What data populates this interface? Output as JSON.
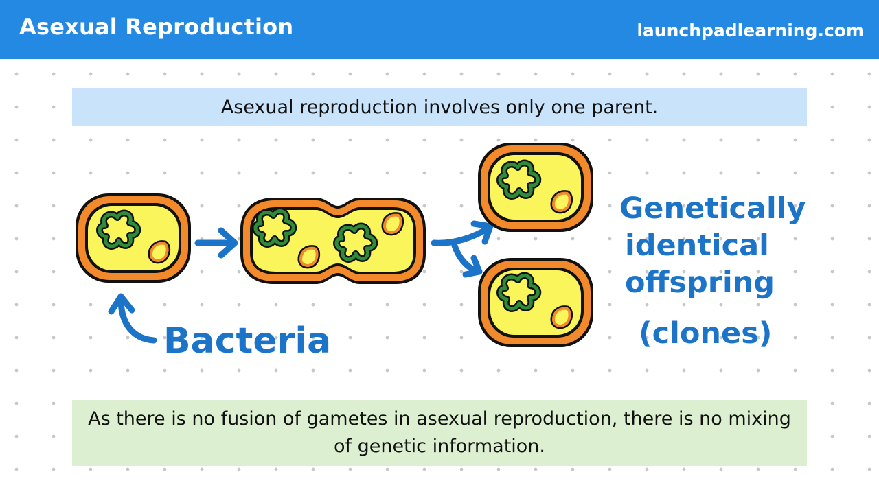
{
  "header": {
    "title": "Asexual Reproduction",
    "site": "launchpadlearning.com"
  },
  "statement": "Asexual reproduction involves only one parent.",
  "diagram": {
    "bacteria_label": "Bacteria",
    "offspring_label_line1": "Genetically",
    "offspring_label_line2": "identical",
    "offspring_label_line3": "offspring",
    "offspring_label_line4": "(clones)"
  },
  "footer_note": "As there is no fusion of gametes in asexual reproduction, there is no mixing of genetic information.",
  "colors": {
    "header_bg": "#2389e3",
    "statement_bg": "#c9e3fb",
    "note_bg": "#dcefd0",
    "cell_wall": "#f28a2c",
    "cytoplasm": "#f9f55b",
    "dna": "#2e8b3a",
    "label_blue": "#1c74c8"
  }
}
